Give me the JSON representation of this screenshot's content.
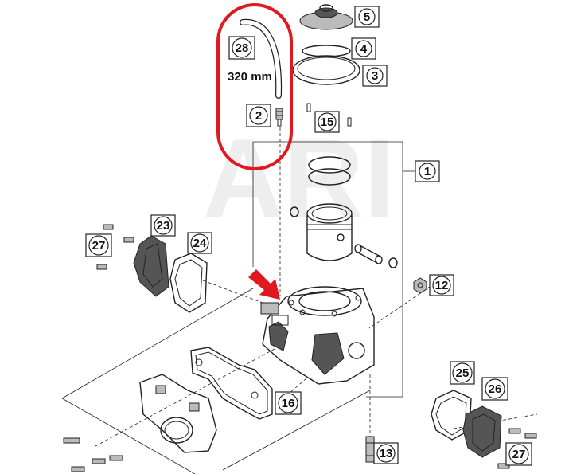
{
  "watermark": "ARI",
  "length_annotation": "320 mm",
  "highlight_color": "#e0191e",
  "arrow_color": "#e0191e",
  "callouts": [
    {
      "id": "c1",
      "number": "1"
    },
    {
      "id": "c2",
      "number": "2"
    },
    {
      "id": "c3",
      "number": "3"
    },
    {
      "id": "c4",
      "number": "4"
    },
    {
      "id": "c5",
      "number": "5"
    },
    {
      "id": "c12",
      "number": "12"
    },
    {
      "id": "c13",
      "number": "13"
    },
    {
      "id": "c15",
      "number": "15"
    },
    {
      "id": "c16",
      "number": "16"
    },
    {
      "id": "c23",
      "number": "23"
    },
    {
      "id": "c24",
      "number": "24"
    },
    {
      "id": "c25",
      "number": "25"
    },
    {
      "id": "c26",
      "number": "26"
    },
    {
      "id": "c27a",
      "number": "27"
    },
    {
      "id": "c27b",
      "number": "27"
    },
    {
      "id": "c28",
      "number": "28"
    }
  ]
}
